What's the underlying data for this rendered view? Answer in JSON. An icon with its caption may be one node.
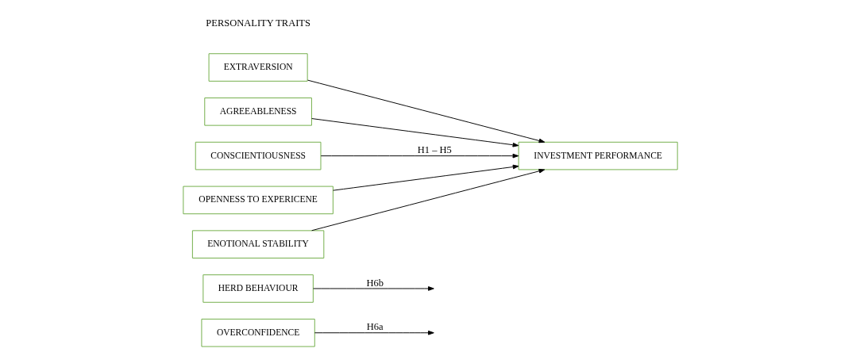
{
  "diagram": {
    "nodes": [
      {
        "text": [
          "OVERCONFIDENCE"
        ]
      },
      {
        "text": [
          "HERD BEHAVIOUR"
        ]
      },
      {
        "text": [
          "EXTRAVERSION"
        ]
      },
      {
        "text": [
          "AGREEABLENESS"
        ]
      },
      {
        "text": [
          "CONSCIENTIOUSNESS"
        ]
      },
      {
        "text": [
          "OPENNESS TO EXPERICENE"
        ]
      },
      {
        "text": [
          "ENOTIONAL STABILITY"
        ]
      },
      {
        "text": [
          "INVESTMENT PERFORMANCE"
        ]
      }
    ],
    "edges": [
      {
        "from": 2,
        "to": 7,
        "arrow": "to"
      },
      {
        "from": 3,
        "to": 7,
        "arrow": "to"
      },
      {
        "from": 4,
        "to": 7,
        "arrow": "to",
        "label": "H1 – H5"
      },
      {
        "from": 5,
        "to": 7,
        "arrow": "to"
      },
      {
        "from": 6,
        "to": 7,
        "arrow": "to"
      },
      {
        "from": 0,
        "to": null,
        "arrow": "to",
        "label": "H6a"
      },
      {
        "from": 1,
        "to": null,
        "arrow": "to",
        "label": "H6b"
      }
    ],
    "labels": [
      "PERSONALITY TRAITS"
    ]
  }
}
